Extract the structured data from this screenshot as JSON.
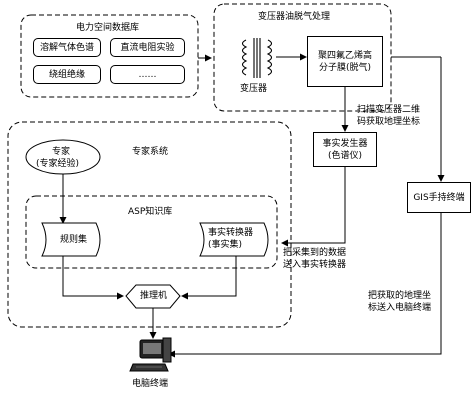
{
  "database": {
    "title": "电力空间数据库",
    "items": [
      "溶解气体色谱",
      "直流电阻实验",
      "绕组绝缘",
      "……"
    ]
  },
  "oil_degas": {
    "title": "变压器油脱气处理",
    "transformer_label": "变压器",
    "membrane": [
      "聚四氟乙烯高",
      "分子膜(脱气)"
    ]
  },
  "scan_note": [
    "扫描变压器二维",
    "码获取地理坐标"
  ],
  "fact_generator": [
    "事实发生器",
    "(色谱仪)"
  ],
  "gis_terminal": "GIS手持终端",
  "expert_system": {
    "title": "专家系统",
    "expert": [
      "专家",
      "(专家经验)"
    ],
    "asp_title": "ASP知识库",
    "rule_set": "规则集",
    "fact_converter": [
      "事实转换器",
      "(事实集)"
    ],
    "inference": "推理机"
  },
  "collect_note": [
    "把采集到的数据",
    "送入事实转换器"
  ],
  "coord_note": [
    "把获取的地理坐",
    "标送入电脑终端"
  ],
  "computer_label": "电脑终端"
}
